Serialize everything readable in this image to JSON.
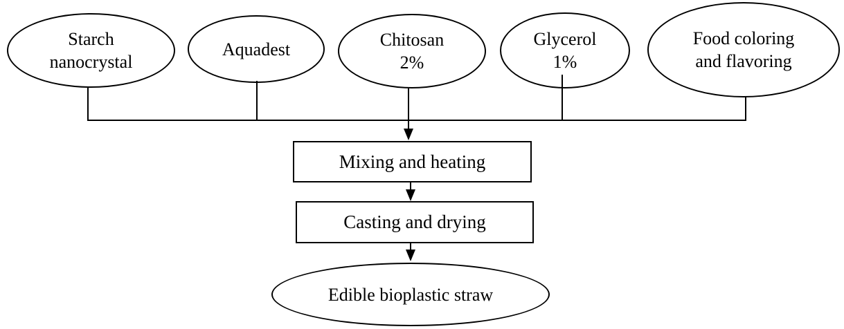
{
  "figure": {
    "type": "flowchart",
    "background_color": "#ffffff",
    "line_color": "#000000",
    "text_color": "#000000",
    "nodes": {
      "starch": {
        "shape": "ellipse",
        "lines": [
          "Starch",
          "nanocrystal"
        ]
      },
      "aquadest": {
        "shape": "ellipse",
        "lines": [
          "Aquadest"
        ]
      },
      "chitosan": {
        "shape": "ellipse",
        "lines": [
          "Chitosan",
          "2%"
        ]
      },
      "glycerol": {
        "shape": "ellipse",
        "lines": [
          "Glycerol",
          "1%"
        ]
      },
      "food_coloring": {
        "shape": "ellipse",
        "lines": [
          "Food coloring",
          "and flavoring"
        ]
      },
      "mixing": {
        "shape": "rect",
        "lines": [
          "Mixing and heating"
        ]
      },
      "casting": {
        "shape": "rect",
        "lines": [
          "Casting and drying"
        ]
      },
      "output": {
        "shape": "ellipse",
        "lines": [
          "Edible bioplastic straw"
        ]
      }
    },
    "flow": [
      "starch + aquadest + chitosan + glycerol + food_coloring -> mixing",
      "mixing -> casting",
      "casting -> output"
    ]
  }
}
